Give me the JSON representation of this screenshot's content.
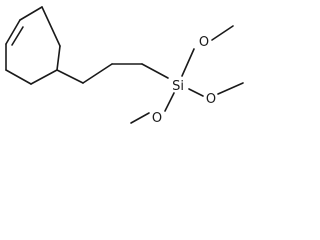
{
  "atoms": {
    "si": "Si",
    "o_top": "O",
    "o_right": "O",
    "o_bottom": "O"
  },
  "colors": {
    "bond": "#1a1a1a",
    "background": "#ffffff"
  }
}
